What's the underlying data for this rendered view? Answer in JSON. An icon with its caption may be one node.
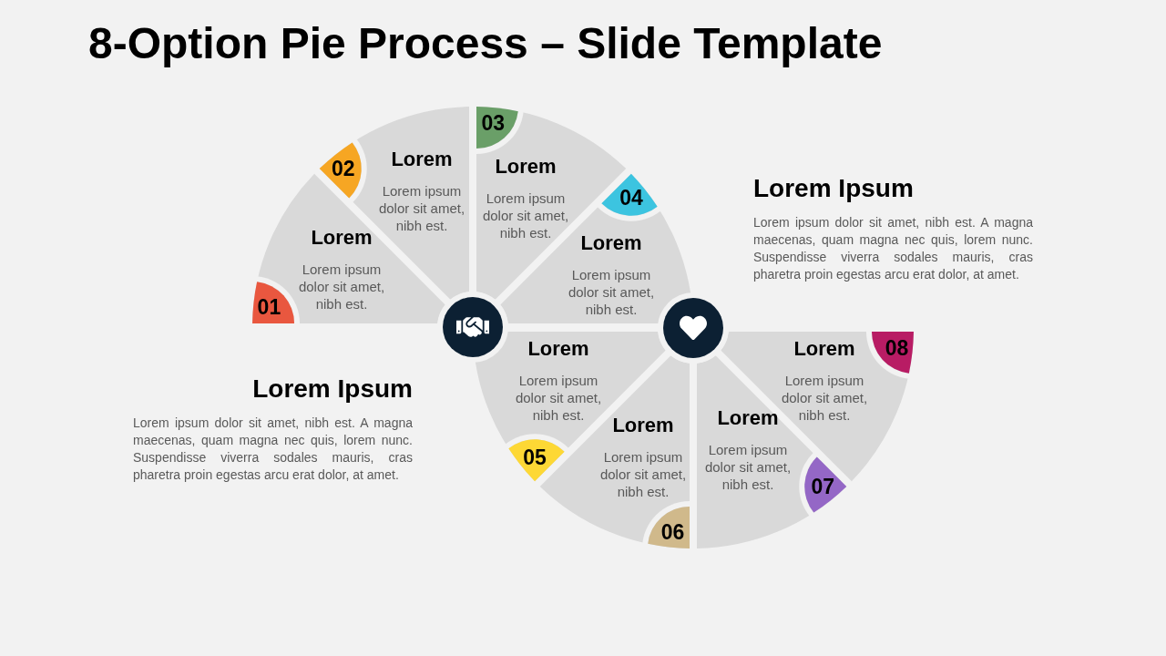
{
  "diagram": {
    "title": "8-Option Pie Process – Slide Template",
    "nodes": [
      {
        "text": [
          "Lorem",
          "Lorem ipsum dolor sit amet, nibh est."
        ]
      },
      {
        "text": [
          "01"
        ],
        "in": 0
      },
      {
        "text": [
          "Lorem",
          "Lorem ipsum dolor sit amet, nibh est."
        ]
      },
      {
        "text": [
          "02"
        ],
        "in": 2
      },
      {
        "text": [
          "Lorem",
          "Lorem ipsum dolor sit amet, nibh est."
        ]
      },
      {
        "text": [
          "03"
        ],
        "in": 4
      },
      {
        "text": [
          "Lorem",
          "Lorem ipsum dolor sit amet, nibh est."
        ]
      },
      {
        "text": [
          "04"
        ],
        "in": 6
      },
      {
        "text": [
          "Lorem",
          "Lorem ipsum dolor sit amet, nibh est."
        ]
      },
      {
        "text": [
          "05"
        ],
        "in": 8
      },
      {
        "text": [
          "Lorem",
          "Lorem ipsum dolor sit amet, nibh est."
        ]
      },
      {
        "text": [
          "06"
        ],
        "in": 10
      },
      {
        "text": [
          "Lorem",
          "Lorem ipsum dolor sit amet, nibh est."
        ]
      },
      {
        "text": [
          "07"
        ],
        "in": 12
      },
      {
        "text": [
          "Lorem",
          "Lorem ipsum dolor sit amet, nibh est."
        ]
      },
      {
        "text": [
          "08"
        ],
        "in": 14
      }
    ],
    "labels": [
      "Lorem Ipsum",
      "Lorem ipsum dolor sit amet, nibh est. A magna maecenas, quam magna nec quis, lorem nunc. Suspendisse viverra sodales mauris, cras pharetra proin egestas arcu erat dolor, at amet.",
      "Lorem Ipsum",
      "Lorem ipsum dolor sit amet, nibh est. A magna maecenas, quam magna nec quis, lorem nunc. Suspendisse viverra sodales mauris, cras pharetra proin egestas arcu erat dolor, at amet."
    ]
  }
}
